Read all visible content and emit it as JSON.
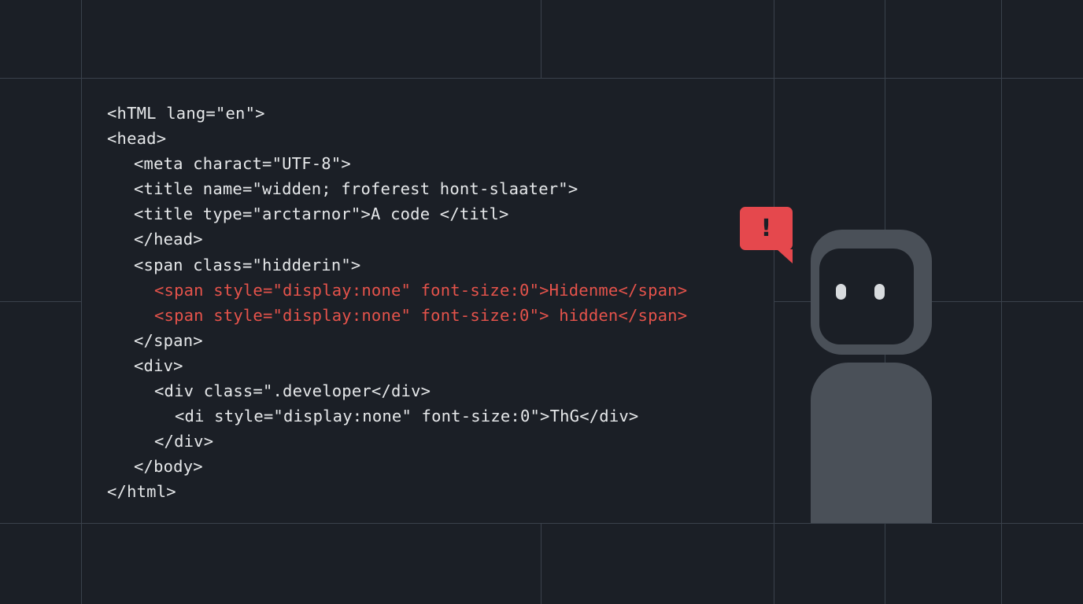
{
  "canvas": {
    "background": "#1b1f26",
    "grid_color": "#3a414b"
  },
  "code_block": {
    "text_color": "#e6e8ea",
    "highlight_color": "#e5534b",
    "lines": [
      {
        "indent": 0,
        "text": "<hTML lang=\"en\">",
        "highlighted": false
      },
      {
        "indent": 0,
        "text": "<head>",
        "highlighted": false
      },
      {
        "indent": 1,
        "text": "<meta charact=\"UTF-8\">",
        "highlighted": false
      },
      {
        "indent": 1,
        "text": "<title name=\"widden; froferest hont-slaater\">",
        "highlighted": false
      },
      {
        "indent": 1,
        "text": "<title type=\"arctarnor\">A code </titl>",
        "highlighted": false
      },
      {
        "indent": 1,
        "text": "</head>",
        "highlighted": false
      },
      {
        "indent": 1,
        "text": "<span class=\"hidderin\">",
        "highlighted": false
      },
      {
        "indent": 2,
        "text": "<span style=\"display:none\" font-size:0\">Hidenme</span>",
        "highlighted": true
      },
      {
        "indent": 2,
        "text": "<span style=\"display:none\" font-size:0\"> hidden</span>",
        "highlighted": true
      },
      {
        "indent": 1,
        "text": "</span>",
        "highlighted": false
      },
      {
        "indent": 1,
        "text": "<div>",
        "highlighted": false
      },
      {
        "indent": 2,
        "text": "<div class=\".developer</div>",
        "highlighted": false
      },
      {
        "indent": 3,
        "text": "<di style=\"display:none\" font-size:0\">ThG</div>",
        "highlighted": false
      },
      {
        "indent": 2,
        "text": "</div>",
        "highlighted": false
      },
      {
        "indent": 1,
        "text": "</body>",
        "highlighted": false
      },
      {
        "indent": 0,
        "text": "</html>",
        "highlighted": false
      }
    ]
  },
  "warning_badge": {
    "icon": "exclamation-icon",
    "glyph": "!",
    "color": "#e5484d"
  },
  "robot": {
    "color": "#4a5058",
    "face_color": "#1b1f26",
    "eye_color": "#d8dbde"
  }
}
